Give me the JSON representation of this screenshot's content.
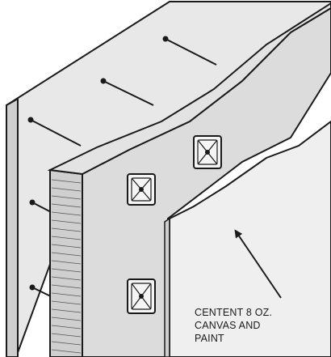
{
  "callout": {
    "lines": [
      "CENTENT 8 OZ.",
      "CANVAS AND",
      "PAINT"
    ]
  },
  "colors": {
    "ink": "#1a1a1a",
    "panel_fill": "#e8e8e8",
    "board_fill": "#dcdcdc",
    "edge_fill": "#cfcfcf",
    "canvas_fill": "#efefef"
  },
  "icons": {
    "fastener": "square-plate-anchor-icon",
    "nail": "nail-icon",
    "arrow": "leader-arrow-icon"
  }
}
